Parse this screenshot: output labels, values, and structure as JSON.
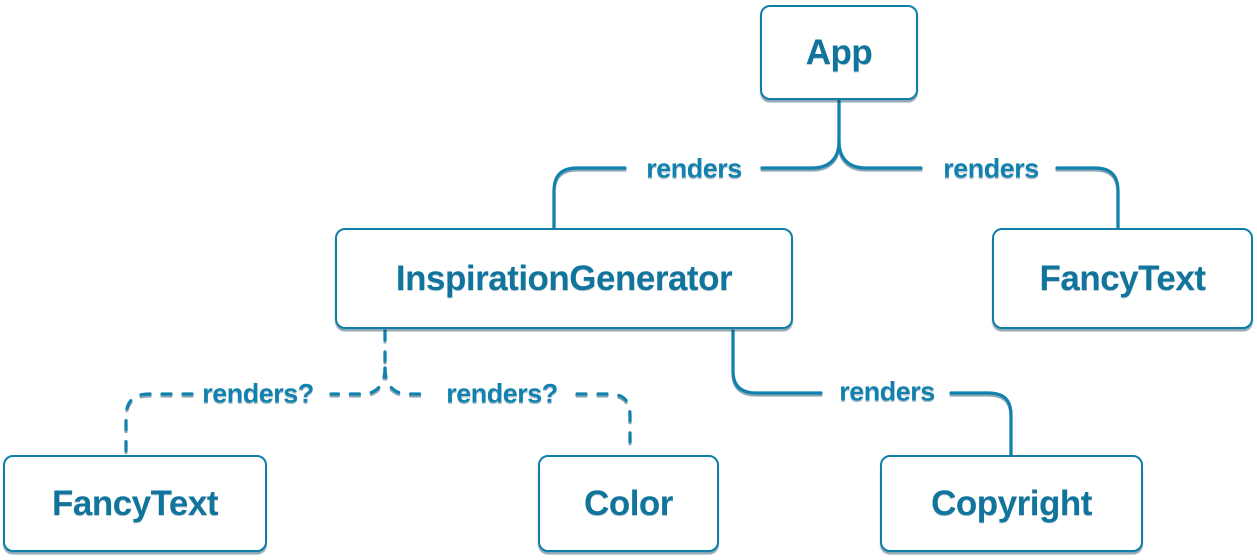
{
  "colors": {
    "background": "#ffffff",
    "line": "#1181ad",
    "node_border": "#0f7fa9",
    "node_text": "#11749c",
    "label_text": "#1181ad",
    "node_bg": "#ffffff",
    "shadow": "rgba(12,62,88,0.45)"
  },
  "diagram": {
    "type": "component-render-tree",
    "nodes": [
      {
        "label": "App"
      },
      {
        "label": "InspirationGenerator"
      },
      {
        "label": "FancyText"
      },
      {
        "label": "FancyText"
      },
      {
        "label": "Color"
      },
      {
        "label": "Copyright"
      }
    ],
    "edges": [
      {
        "from": "App",
        "to": "InspirationGenerator",
        "label": "renders",
        "style": "solid"
      },
      {
        "from": "App",
        "to": "FancyText",
        "label": "renders",
        "style": "solid"
      },
      {
        "from": "InspirationGenerator",
        "to": "FancyText",
        "label": "renders?",
        "style": "dashed"
      },
      {
        "from": "InspirationGenerator",
        "to": "Color",
        "label": "renders?",
        "style": "dashed"
      },
      {
        "from": "InspirationGenerator",
        "to": "Copyright",
        "label": "renders",
        "style": "solid"
      }
    ]
  }
}
